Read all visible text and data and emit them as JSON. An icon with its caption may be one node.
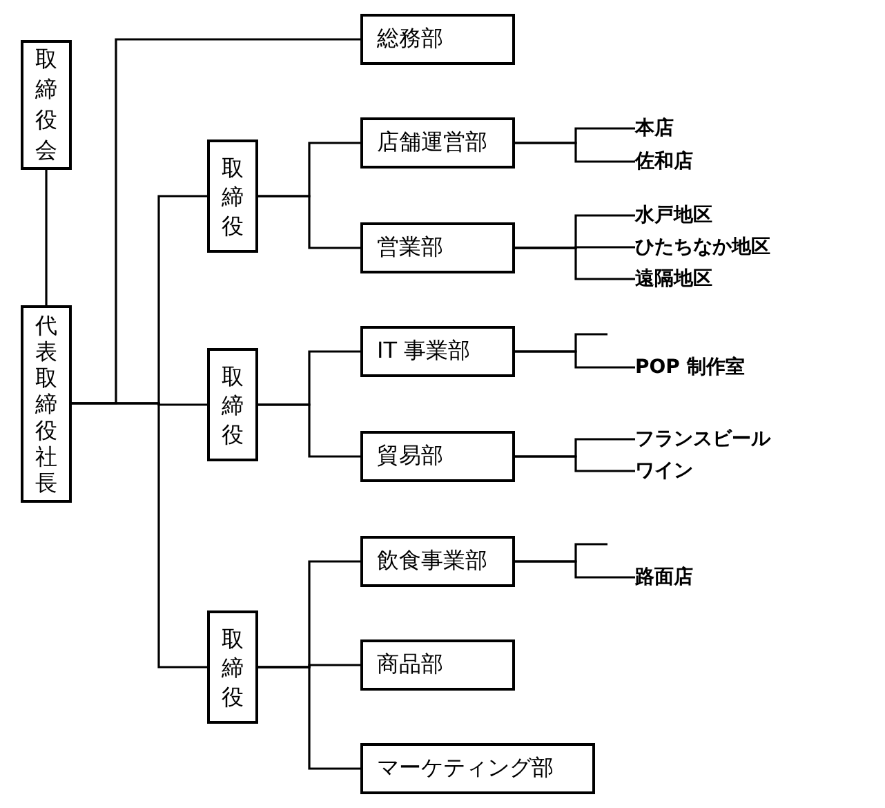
{
  "diagram": {
    "nodes": [
      {
        "text": [
          "取締役会"
        ]
      },
      {
        "text": [
          "代表取締役社長"
        ]
      },
      {
        "text": [
          "総務部"
        ]
      },
      {
        "text": [
          "取締役"
        ]
      },
      {
        "text": [
          "店舗運営部"
        ]
      },
      {
        "text": [
          "本店"
        ]
      },
      {
        "text": [
          "佐和店"
        ]
      },
      {
        "text": [
          "営業部"
        ]
      },
      {
        "text": [
          "水戸地区"
        ]
      },
      {
        "text": [
          "ひたちなか地区"
        ]
      },
      {
        "text": [
          "遠隔地区"
        ]
      },
      {
        "text": [
          "取締役"
        ]
      },
      {
        "text": [
          "IT 事業部"
        ]
      },
      {
        "text": [
          "POP 制作室"
        ]
      },
      {
        "text": [
          "貿易部"
        ]
      },
      {
        "text": [
          "フランスビール"
        ]
      },
      {
        "text": [
          "ワイン"
        ]
      },
      {
        "text": [
          "取締役"
        ]
      },
      {
        "text": [
          "飲食事業部"
        ]
      },
      {
        "text": [
          "路面店"
        ]
      },
      {
        "text": [
          "商品部"
        ]
      },
      {
        "text": [
          "マーケティング部"
        ]
      }
    ],
    "edges": [
      {
        "from": 0,
        "to": 1,
        "arrow": "none"
      },
      {
        "from": 1,
        "to": 2,
        "arrow": "none"
      },
      {
        "from": 1,
        "to": 3,
        "arrow": "none"
      },
      {
        "from": 1,
        "to": 11,
        "arrow": "none"
      },
      {
        "from": 1,
        "to": 17,
        "arrow": "none"
      },
      {
        "from": 3,
        "to": 4,
        "arrow": "none"
      },
      {
        "from": 3,
        "to": 7,
        "arrow": "none"
      },
      {
        "from": 4,
        "to": 5,
        "arrow": "none"
      },
      {
        "from": 4,
        "to": 6,
        "arrow": "none"
      },
      {
        "from": 7,
        "to": 8,
        "arrow": "none"
      },
      {
        "from": 7,
        "to": 9,
        "arrow": "none"
      },
      {
        "from": 7,
        "to": 10,
        "arrow": "none"
      },
      {
        "from": 11,
        "to": 12,
        "arrow": "none"
      },
      {
        "from": 11,
        "to": 14,
        "arrow": "none"
      },
      {
        "from": 12,
        "to": null,
        "arrow": "none"
      },
      {
        "from": 12,
        "to": 13,
        "arrow": "none"
      },
      {
        "from": 14,
        "to": 15,
        "arrow": "none"
      },
      {
        "from": 14,
        "to": 16,
        "arrow": "none"
      },
      {
        "from": 17,
        "to": 18,
        "arrow": "none"
      },
      {
        "from": 17,
        "to": 20,
        "arrow": "none"
      },
      {
        "from": 17,
        "to": 21,
        "arrow": "none"
      },
      {
        "from": 18,
        "to": null,
        "arrow": "none"
      },
      {
        "from": 18,
        "to": 19,
        "arrow": "none"
      }
    ]
  }
}
